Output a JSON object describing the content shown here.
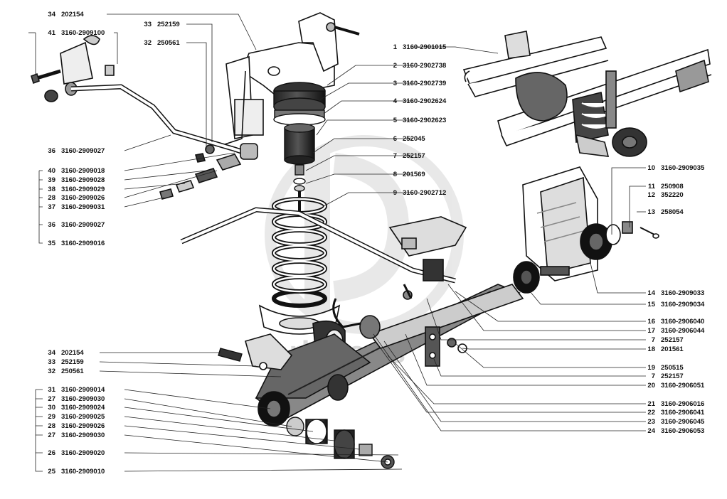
{
  "watermark": {
    "text": "dark-parts"
  },
  "left_callouts": [
    {
      "num": "34",
      "code": "202154"
    },
    {
      "num": "41",
      "code": "3160-2909100"
    },
    {
      "num": "33",
      "code": "252159"
    },
    {
      "num": "32",
      "code": "250561"
    },
    {
      "num": "36",
      "code": "3160-2909027"
    },
    {
      "num": "40",
      "code": "3160-2909018"
    },
    {
      "num": "39",
      "code": "3160-2909028"
    },
    {
      "num": "38",
      "code": "3160-2909029"
    },
    {
      "num": "28",
      "code": "3160-2909026"
    },
    {
      "num": "37",
      "code": "3160-2909031"
    },
    {
      "num": "36",
      "code": "3160-2909027"
    },
    {
      "num": "35",
      "code": "3160-2909016"
    },
    {
      "num": "34",
      "code": "202154"
    },
    {
      "num": "33",
      "code": "252159"
    },
    {
      "num": "32",
      "code": "250561"
    },
    {
      "num": "31",
      "code": "3160-2909014"
    },
    {
      "num": "27",
      "code": "3160-2909030"
    },
    {
      "num": "30",
      "code": "3160-2909024"
    },
    {
      "num": "29",
      "code": "3160-2909025"
    },
    {
      "num": "28",
      "code": "3160-2909026"
    },
    {
      "num": "27",
      "code": "3160-2909030"
    },
    {
      "num": "26",
      "code": "3160-2909020"
    },
    {
      "num": "25",
      "code": "3160-2909010"
    }
  ],
  "right_callouts": [
    {
      "num": "1",
      "code": "3160-2901015"
    },
    {
      "num": "2",
      "code": "3160-2902738"
    },
    {
      "num": "3",
      "code": "3160-2902739"
    },
    {
      "num": "4",
      "code": "3160-2902624"
    },
    {
      "num": "5",
      "code": "3160-2902623"
    },
    {
      "num": "6",
      "code": "252045"
    },
    {
      "num": "7",
      "code": "252157"
    },
    {
      "num": "8",
      "code": "201569"
    },
    {
      "num": "9",
      "code": "3160-2902712"
    },
    {
      "num": "10",
      "code": "3160-2909035"
    },
    {
      "num": "11",
      "code": "250908"
    },
    {
      "num": "12",
      "code": "352220"
    },
    {
      "num": "13",
      "code": "258054"
    },
    {
      "num": "14",
      "code": "3160-2909033"
    },
    {
      "num": "15",
      "code": "3160-2909034"
    },
    {
      "num": "16",
      "code": "3160-2906040"
    },
    {
      "num": "17",
      "code": "3160-2906044"
    },
    {
      "num": "7",
      "code": "252157"
    },
    {
      "num": "18",
      "code": "201561"
    },
    {
      "num": "19",
      "code": "250515"
    },
    {
      "num": "7",
      "code": "252157"
    },
    {
      "num": "20",
      "code": "3160-2906051"
    },
    {
      "num": "21",
      "code": "3160-2906016"
    },
    {
      "num": "22",
      "code": "3160-2906041"
    },
    {
      "num": "23",
      "code": "3160-2906045"
    },
    {
      "num": "24",
      "code": "3160-2906053"
    }
  ]
}
